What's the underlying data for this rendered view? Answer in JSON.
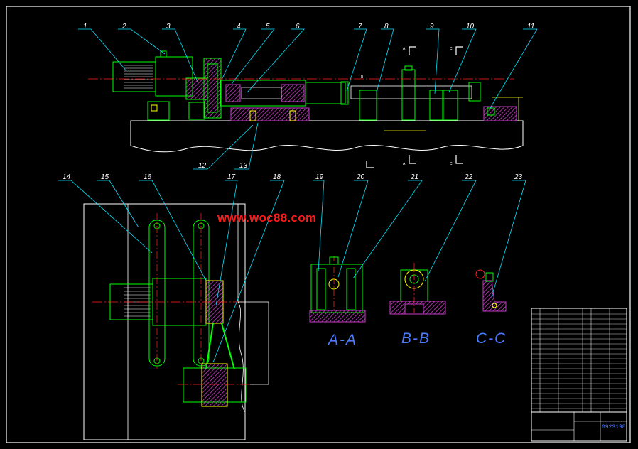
{
  "watermark": "www.woc88.com",
  "part_numbers": [
    "1",
    "2",
    "3",
    "4",
    "5",
    "6",
    "7",
    "8",
    "9",
    "10",
    "11",
    "12",
    "13",
    "14",
    "15",
    "16",
    "17",
    "18",
    "19",
    "20",
    "21",
    "22",
    "23"
  ],
  "section_labels": {
    "a": "A-A",
    "b": "B-B",
    "c": "C-C"
  },
  "cut_markers": {
    "a": "A",
    "b": "B",
    "c": "C"
  },
  "title_block": {
    "drawing_no": "0923198"
  },
  "colors": {
    "background": "#000000",
    "outline": "#00ff00",
    "frame": "#ffffff",
    "hatch": "#c83cc8",
    "centerline": "#ff2020",
    "leader": "#00e5ff",
    "dimension": "#ffff00",
    "watermark": "#ff1a1a",
    "section_text": "#4a7bff"
  }
}
